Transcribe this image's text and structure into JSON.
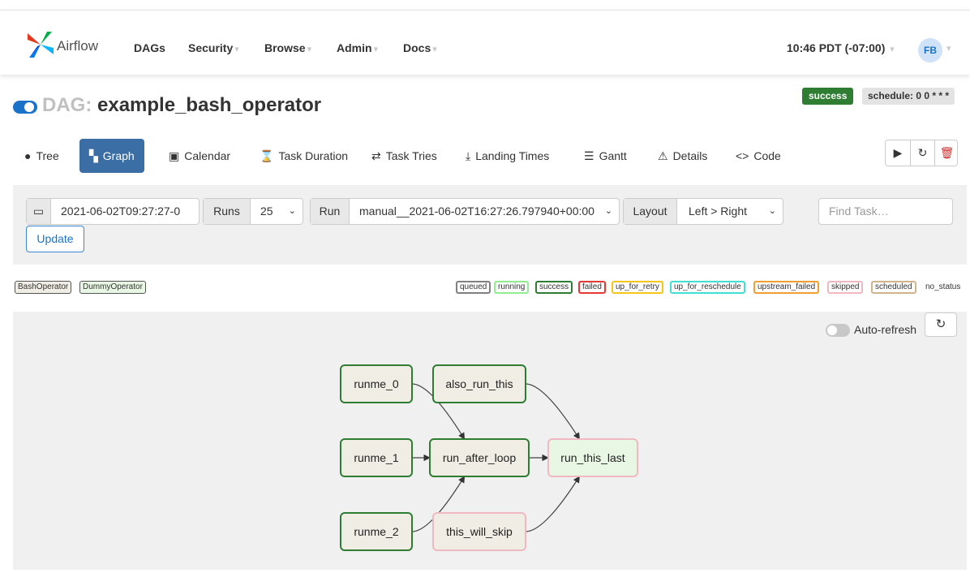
{
  "nav": {
    "brand": "Airflow",
    "items": [
      {
        "label": "DAGs",
        "caret": ""
      },
      {
        "label": "Security",
        "caret": "▾"
      },
      {
        "label": "Browse",
        "caret": "▾"
      },
      {
        "label": "Admin",
        "caret": "▾"
      },
      {
        "label": "Docs",
        "caret": "▾"
      }
    ],
    "clock": "10:46 PDT (-07:00)",
    "clock_caret": "▾",
    "user_initials": "FB",
    "user_caret": "▾"
  },
  "dag": {
    "prefix": "DAG:",
    "name": "example_bash_operator",
    "state_badge": "success",
    "schedule_badge": "schedule: 0 0 * * *"
  },
  "tabs": [
    {
      "label": "Tree",
      "icon": "tree-icon",
      "glyph": "●"
    },
    {
      "label": "Graph",
      "icon": "graph-icon",
      "glyph": "▚",
      "active": true
    },
    {
      "label": "Calendar",
      "icon": "calendar-icon",
      "glyph": "▣"
    },
    {
      "label": "Task Duration",
      "icon": "hourglass-icon",
      "glyph": "⌛"
    },
    {
      "label": "Task Tries",
      "icon": "retry-arrows-icon",
      "glyph": "⇄"
    },
    {
      "label": "Landing Times",
      "icon": "plane-landing-icon",
      "glyph": "⤓"
    },
    {
      "label": "Gantt",
      "icon": "gantt-icon",
      "glyph": "☰"
    },
    {
      "label": "Details",
      "icon": "warning-triangle-icon",
      "glyph": "⚠"
    },
    {
      "label": "Code",
      "icon": "code-icon",
      "glyph": "<>"
    }
  ],
  "actions": {
    "trigger_glyph": "▶",
    "refresh_glyph": "↻",
    "delete_glyph": "🗑"
  },
  "filters": {
    "date_value": "2021-06-02T09:27:27-0",
    "calendar_glyph": "▭",
    "runs_label": "Runs",
    "runs_value": "25",
    "run_label": "Run",
    "run_value": "manual__2021-06-02T16:27:26.797940+00:00",
    "layout_label": "Layout",
    "layout_value": "Left > Right",
    "chevron": "⌄",
    "update_label": "Update",
    "find_placeholder": "Find Task…"
  },
  "legend": {
    "operators": [
      {
        "label": "BashOperator",
        "color": "#f0ede4"
      },
      {
        "label": "DummyOperator",
        "color": "#e8f7e4"
      }
    ],
    "states": [
      {
        "label": "queued",
        "color": "#808080"
      },
      {
        "label": "running",
        "color": "#90ee90"
      },
      {
        "label": "success",
        "color": "#2e7d32"
      },
      {
        "label": "failed",
        "color": "#e53935"
      },
      {
        "label": "up_for_retry",
        "color": "#f5c518"
      },
      {
        "label": "up_for_reschedule",
        "color": "#40e0d0"
      },
      {
        "label": "upstream_failed",
        "color": "#f0a030"
      },
      {
        "label": "skipped",
        "color": "#f0b8c0"
      },
      {
        "label": "scheduled",
        "color": "#d2b48c"
      }
    ],
    "no_status": "no_status"
  },
  "graph": {
    "auto_refresh_label": "Auto-refresh",
    "refresh_glyph": "↻",
    "nodes": [
      {
        "id": "runme_0",
        "label": "runme_0",
        "state": "success",
        "operator": "BashOperator"
      },
      {
        "id": "runme_1",
        "label": "runme_1",
        "state": "success",
        "operator": "BashOperator"
      },
      {
        "id": "runme_2",
        "label": "runme_2",
        "state": "success",
        "operator": "BashOperator"
      },
      {
        "id": "also_run_this",
        "label": "also_run_this",
        "state": "success",
        "operator": "BashOperator"
      },
      {
        "id": "run_after_loop",
        "label": "run_after_loop",
        "state": "success",
        "operator": "BashOperator"
      },
      {
        "id": "this_will_skip",
        "label": "this_will_skip",
        "state": "skipped",
        "operator": "BashOperator"
      },
      {
        "id": "run_this_last",
        "label": "run_this_last",
        "state": "skipped",
        "operator": "DummyOperator"
      }
    ],
    "edges": [
      [
        "runme_0",
        "run_after_loop"
      ],
      [
        "runme_1",
        "run_after_loop"
      ],
      [
        "runme_2",
        "run_after_loop"
      ],
      [
        "also_run_this",
        "run_this_last"
      ],
      [
        "run_after_loop",
        "run_this_last"
      ],
      [
        "this_will_skip",
        "run_this_last"
      ]
    ]
  },
  "colors": {
    "accent": "#3a6ea5",
    "success_border": "#2e7d32",
    "skipped_border": "#f0b8c0",
    "bash_fill": "#f0ede4",
    "dummy_fill": "#e8f7e4"
  }
}
